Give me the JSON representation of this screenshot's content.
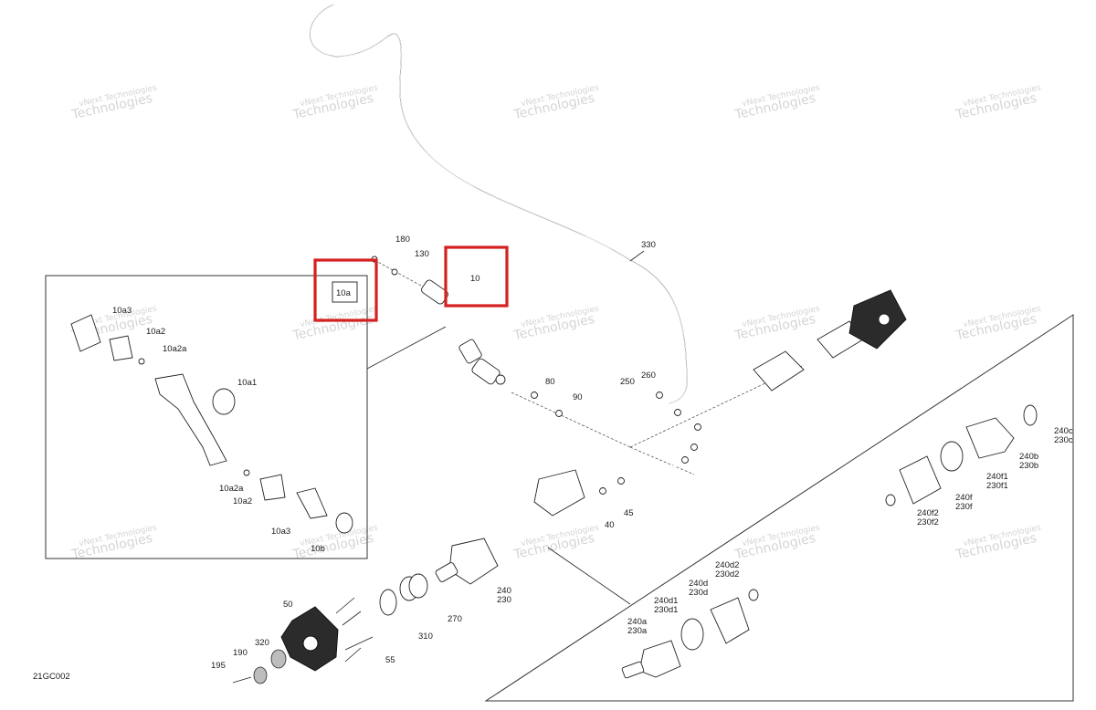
{
  "diagram": {
    "code": "21GC002",
    "watermark_line1": "vNext",
    "watermark_line2": "Technologies",
    "watermark_small": "vNext Technologies",
    "highlight_color": "#d62020",
    "labels": {
      "l180": "180",
      "l130": "130",
      "l10": "10",
      "l330": "330",
      "l10a": "10a",
      "l10a3_top": "10a3",
      "l10a2_top": "10a2",
      "l10a2a_top": "10a2a",
      "l10a1": "10a1",
      "l10a2a_bot": "10a2a",
      "l10a2_bot": "10a2",
      "l10a3_bot": "10a3",
      "l10b": "10b",
      "l80": "80",
      "l90": "90",
      "l250": "250",
      "l260": "260",
      "l40": "40",
      "l45": "45",
      "l240": "240",
      "l230": "230",
      "l270": "270",
      "l310": "310",
      "l50": "50",
      "l55": "55",
      "l320": "320",
      "l190": "190",
      "l195": "195",
      "l240c": "240c",
      "l230c": "230c",
      "l240b": "240b",
      "l230b": "230b",
      "l240f1": "240f1",
      "l230f1": "230f1",
      "l240f": "240f",
      "l230f": "230f",
      "l240f2": "240f2",
      "l230f2": "230f2",
      "l240d2": "240d2",
      "l230d2": "230d2",
      "l240d": "240d",
      "l230d": "230d",
      "l240d1": "240d1",
      "l230d1": "230d1",
      "l240a": "240a",
      "l230a": "230a"
    }
  }
}
